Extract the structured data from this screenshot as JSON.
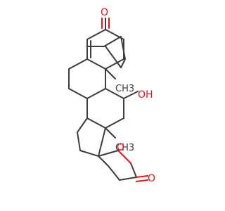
{
  "structure": {
    "atom_labels": {
      "ketone_oxygen": "O",
      "hydroxyl": "OH",
      "methyl_c10": "CH3",
      "methyl_c13": "CH3",
      "lactone_ring_oxygen": "O",
      "lactone_carbonyl_oxygen": "O"
    },
    "colors": {
      "bond": "#3c3c3c",
      "oxygen": "#e8141d",
      "background": "#ffffff"
    }
  }
}
